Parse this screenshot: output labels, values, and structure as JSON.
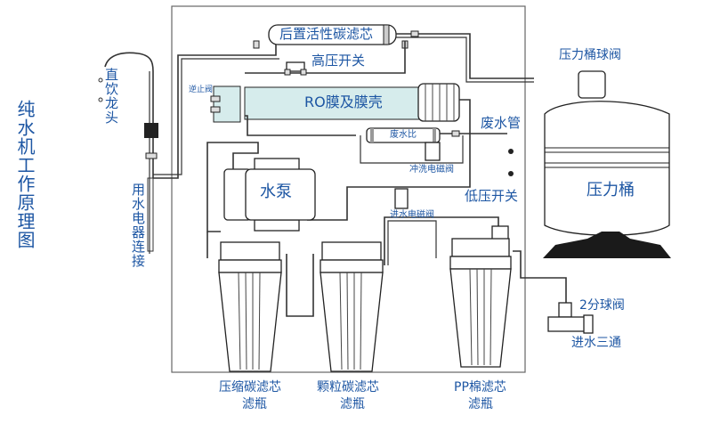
{
  "title": "纯水机工作原理图",
  "colors": {
    "label_text": "#1d56a3",
    "ro_fill": "#d6ecec",
    "outline": "#222222",
    "background": "#ffffff"
  },
  "labels": {
    "faucet": "直饮龙头",
    "appliance_connection": "用水电器连接",
    "post_carbon_filter": "后置活性碳滤芯",
    "high_pressure_switch": "高压开关",
    "check_valve": "逆止阀",
    "ro_membrane": "RO膜及膜壳",
    "waste_pipe": "废水管",
    "waste_ratio": "废水比",
    "flush_solenoid": "冲洗电磁阀",
    "pump": "水泵",
    "low_pressure_switch": "低压开关",
    "inlet_solenoid": "进水电磁阀",
    "tank_ball_valve": "压力桶球阀",
    "pressure_tank": "压力桶",
    "ball_valve_2": "2分球阀",
    "inlet_tee": "进水三通",
    "filter_compressed_carbon_line1": "压缩碳滤芯",
    "filter_compressed_carbon_line2": "滤瓶",
    "filter_granular_carbon_line1": "颗粒碳滤芯",
    "filter_granular_carbon_line2": "滤瓶",
    "filter_pp_line1": "PP棉滤芯",
    "filter_pp_line2": "滤瓶"
  }
}
